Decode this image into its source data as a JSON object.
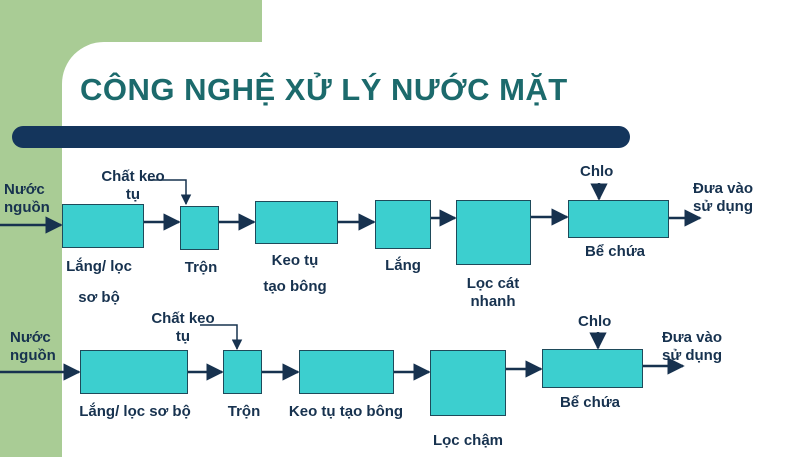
{
  "title": "CÔNG NGHỆ XỬ LÝ NƯỚC MẶT",
  "colors": {
    "box": "#3ccfcf",
    "arrow": "#17324f",
    "title": "#1c6a6c",
    "bar": "#14355c",
    "green": "#a9cc95"
  },
  "row1": {
    "source": [
      "Nước",
      "nguồn"
    ],
    "additive": [
      "Chất keo",
      "tụ"
    ],
    "chlorine": "Chlo",
    "output": [
      "Đưa vào",
      "sử dụng"
    ],
    "stages": {
      "lang_loc": [
        "Lắng/ lọc",
        "sơ bộ"
      ],
      "tron": "Trộn",
      "keo_tu": [
        "Keo tụ",
        "tạo bông"
      ],
      "lang": "Lắng",
      "loc_cat": [
        "Lọc cát",
        "nhanh"
      ],
      "be_chua": "Bể chứa"
    }
  },
  "row2": {
    "source": [
      "Nước",
      "nguồn"
    ],
    "additive": [
      "Chất keo",
      "tụ"
    ],
    "chlorine": "Chlo",
    "output": [
      "Đưa vào",
      "sử dụng"
    ],
    "stages": {
      "lang_loc": "Lắng/ lọc sơ bộ",
      "tron": "Trộn",
      "keo_tu": "Keo tụ tạo bông",
      "loc_cham": "Lọc chậm",
      "be_chua": "Bể chứa"
    }
  }
}
